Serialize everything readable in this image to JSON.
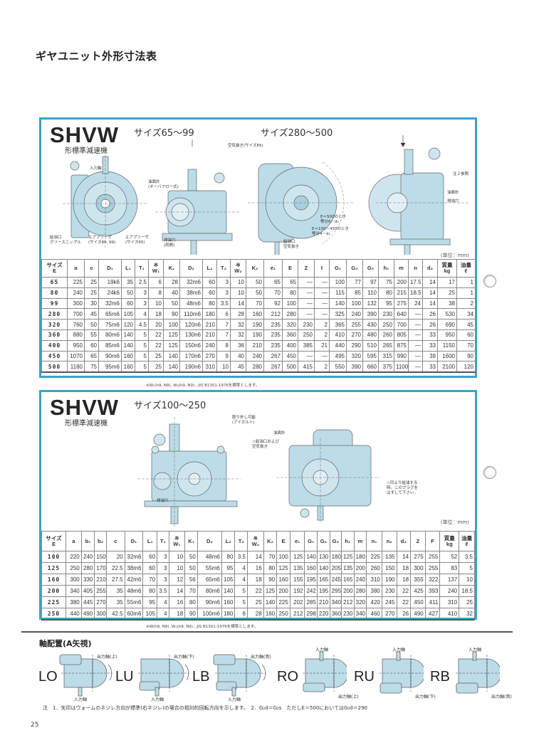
{
  "page_title": "ギヤユニット外形寸法表",
  "colors": {
    "frame": "#3ba3c9",
    "body_fill": "#bcdce8"
  },
  "section1": {
    "brand": "SHVW",
    "subtitle": "形標準減速機",
    "size_label_a": "サイズ65～99",
    "size_label_b": "サイズ280～500",
    "unit": "(単位：mm)",
    "labels": {
      "input_shaft": "入力軸",
      "oil_gauge": "油面計\n(オーバフロー式)",
      "air_vent": "空気抜き(サイズ65)",
      "grease": "給油口\nグリースニップル",
      "breather_a": "エアブリーザ\n(サイズ80, 99)",
      "breather_b": "エアブリーザ\n(サイズ65)",
      "drain_both": "排油穴\n(両側)",
      "e500": "E＝500のとき\n等分6－d₃",
      "e100": "E＝100～450のとき\n等分4－d₃",
      "fill_vent": "給油口\n空気抜き",
      "note2": "注２参照",
      "oil_gauge2": "油面計",
      "drain": "排油穴"
    },
    "headers": [
      "サイズ\nE",
      "a",
      "c",
      "D₁",
      "L₁",
      "T₁",
      "※\nW₁",
      "K₁",
      "D₂",
      "L₂",
      "T₂",
      "※\nW₂",
      "K₂",
      "e₁",
      "E",
      "Z",
      "t",
      "G₁",
      "G₂",
      "G₃",
      "h₁",
      "m",
      "n",
      "d₃",
      "質量\nkg",
      "油量\nℓ"
    ],
    "rows": [
      [
        "65",
        "225",
        "25",
        "19k6",
        "35",
        "2.5",
        "6",
        "28",
        "32m6",
        "60",
        "3",
        "10",
        "50",
        "65",
        "65",
        "—",
        "—",
        "100",
        "77",
        "97",
        "75",
        "200",
        "17.5",
        "14",
        "17",
        "1"
      ],
      [
        "80",
        "240",
        "25",
        "24k6",
        "50",
        "3",
        "8",
        "40",
        "38m6",
        "60",
        "3",
        "10",
        "50",
        "70",
        "80",
        "—",
        "—",
        "115",
        "85",
        "110",
        "80",
        "215",
        "18.5",
        "14",
        "25",
        "1"
      ],
      [
        "99",
        "300",
        "30",
        "32m6",
        "60",
        "3",
        "10",
        "50",
        "48m6",
        "80",
        "3.5",
        "14",
        "70",
        "92",
        "100",
        "—",
        "—",
        "140",
        "100",
        "132",
        "95",
        "275",
        "24",
        "14",
        "38",
        "2"
      ],
      [
        "280",
        "700",
        "45",
        "65m6",
        "105",
        "4",
        "18",
        "90",
        "110m6",
        "180",
        "6",
        "28",
        "160",
        "212",
        "280",
        "—",
        "—",
        "325",
        "240",
        "390",
        "230",
        "640",
        "—",
        "26",
        "530",
        "34"
      ],
      [
        "320",
        "760",
        "50",
        "75m6",
        "120",
        "4.5",
        "20",
        "100",
        "120n6",
        "210",
        "7",
        "32",
        "190",
        "235",
        "320",
        "230",
        "2",
        "365",
        "255",
        "430",
        "250",
        "700",
        "—",
        "26",
        "690",
        "45"
      ],
      [
        "360",
        "880",
        "55",
        "80m6",
        "140",
        "5",
        "22",
        "125",
        "130n6",
        "210",
        "7",
        "32",
        "190",
        "235",
        "360",
        "250",
        "2",
        "410",
        "270",
        "480",
        "260",
        "805",
        "—",
        "33",
        "950",
        "60"
      ],
      [
        "400",
        "950",
        "60",
        "85m6",
        "140",
        "5",
        "22",
        "125",
        "150n6",
        "240",
        "8",
        "36",
        "210",
        "235",
        "400",
        "385",
        "21",
        "440",
        "290",
        "510",
        "265",
        "875",
        "—",
        "33",
        "1150",
        "70"
      ],
      [
        "450",
        "1070",
        "65",
        "90m6",
        "160",
        "5",
        "25",
        "140",
        "170n6",
        "270",
        "9",
        "40",
        "240",
        "267",
        "450",
        "—",
        "—",
        "495",
        "320",
        "595",
        "315",
        "990",
        "—",
        "39",
        "1600",
        "90"
      ],
      [
        "500",
        "1180",
        "75",
        "95m6",
        "160",
        "5",
        "25",
        "140",
        "190n6",
        "310",
        "10",
        "45",
        "280",
        "267",
        "500",
        "415",
        "2",
        "550",
        "390",
        "660",
        "375",
        "1100",
        "—",
        "33",
        "2100",
        "120"
      ]
    ],
    "footnote": "※W₁(h9, N9), W₂(h9, N9)…JIS B1301-1976を標準とします。"
  },
  "section2": {
    "brand": "SHVW",
    "subtitle": "形標準減速機",
    "size_label": "サイズ100～250",
    "unit": "(単位：mm)",
    "labels": {
      "eyebolt": "取り外し可能\n(アイボルト)",
      "oil_gauge": "油面計",
      "fill_vent": "☆給油口および\n空気抜き",
      "plug_note": "☆印より給油する\n時、このプラグを\nはずして下さい。",
      "drain": "排油穴"
    },
    "headers": [
      "サイズ\nE",
      "a",
      "b₁",
      "b₂",
      "c",
      "D₁",
      "L₁",
      "T₁",
      "※\nW₁",
      "K₁",
      "D₂",
      "L₂",
      "T₂",
      "※\nW₂",
      "K₂",
      "E",
      "e₁",
      "G₁",
      "G₂",
      "G₃",
      "h₁",
      "m",
      "n₁",
      "n₂",
      "d₃",
      "Z",
      "F",
      "質量\nkg",
      "油量\nℓ"
    ],
    "rows": [
      [
        "100",
        "220",
        "240",
        "150",
        "20",
        "32m6",
        "60",
        "3",
        "10",
        "50",
        "48m6",
        "80",
        "3.5",
        "14",
        "70",
        "100",
        "125",
        "140",
        "130",
        "180",
        "125",
        "180",
        "225",
        "135",
        "14",
        "275",
        "255",
        "52",
        "3.5"
      ],
      [
        "125",
        "250",
        "280",
        "170",
        "22.5",
        "38m6",
        "60",
        "3",
        "10",
        "50",
        "55m6",
        "95",
        "4",
        "16",
        "80",
        "125",
        "135",
        "160",
        "140",
        "205",
        "135",
        "200",
        "260",
        "150",
        "18",
        "300",
        "255",
        "83",
        "5"
      ],
      [
        "160",
        "300",
        "330",
        "210",
        "27.5",
        "42m6",
        "70",
        "3",
        "12",
        "56",
        "65m6",
        "105",
        "4",
        "18",
        "90",
        "160",
        "155",
        "195",
        "165",
        "245",
        "165",
        "240",
        "310",
        "190",
        "18",
        "355",
        "322",
        "137",
        "10"
      ],
      [
        "200",
        "340",
        "405",
        "255",
        "35",
        "48m6",
        "80",
        "3.5",
        "14",
        "70",
        "80m6",
        "140",
        "5",
        "22",
        "125",
        "200",
        "192",
        "242",
        "195",
        "295",
        "200",
        "280",
        "380",
        "230",
        "22",
        "425",
        "393",
        "240",
        "18.5"
      ],
      [
        "225",
        "380",
        "445",
        "270",
        "35",
        "55m6",
        "95",
        "4",
        "16",
        "80",
        "90m6",
        "160",
        "5",
        "25",
        "140",
        "225",
        "202",
        "285",
        "210",
        "340",
        "212",
        "320",
        "420",
        "245",
        "22",
        "450",
        "411",
        "310",
        "25"
      ],
      [
        "250",
        "440",
        "490",
        "300",
        "42.5",
        "60m6",
        "105",
        "4",
        "18",
        "90",
        "100m6",
        "180",
        "6",
        "28",
        "160",
        "250",
        "212",
        "298",
        "220",
        "360",
        "230",
        "340",
        "460",
        "270",
        "26",
        "490",
        "427",
        "410",
        "32"
      ]
    ],
    "footnote": "※W(h9, N9), W₁(h9, N9)…JIS B1301-1976を標準とします。"
  },
  "arrangement": {
    "title": "軸配置(A矢視)",
    "items": [
      {
        "code": "LO",
        "input": "入力軸",
        "output": "出力軸(上)"
      },
      {
        "code": "LU",
        "input": "入力軸",
        "output": "出力軸(下)"
      },
      {
        "code": "LB",
        "input": "入力軸",
        "output": "出力軸(両)"
      },
      {
        "code": "RO",
        "input": "入力軸",
        "output": "出力軸(上)"
      },
      {
        "code": "RU",
        "input": "入力軸",
        "output": "出力軸(下)"
      },
      {
        "code": "RB",
        "input": "入力軸",
        "output": "出力軸(両)"
      }
    ],
    "note": "注　1．矢印はウォームのネジレ方向が標準(右ネジレ)の場合の相対的回転方向を示します。　2．G₂d＝G₂s　ただしE＝500においてはG₂d＝290"
  },
  "page_number": "25"
}
